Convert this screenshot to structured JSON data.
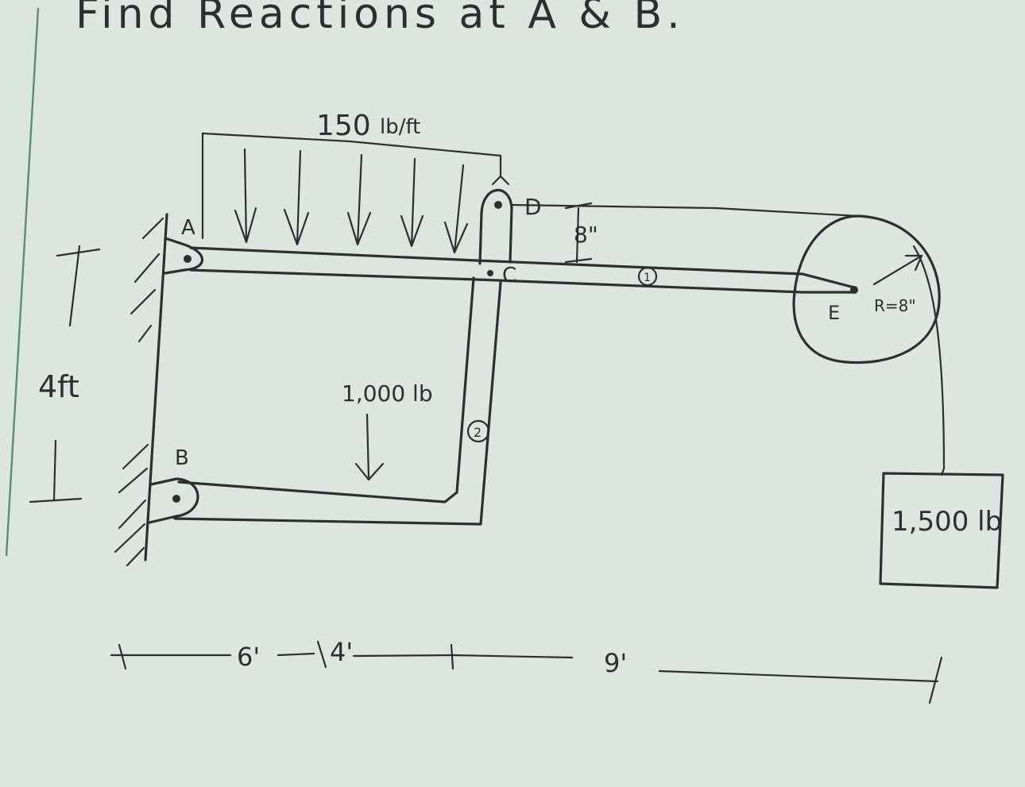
{
  "title": "Find Reactions at A & B.",
  "labels": {
    "point_a": "A",
    "point_b": "B",
    "point_c": "C",
    "point_d": "D",
    "point_e": "E",
    "member_1": "1",
    "member_2": "2"
  },
  "loads": {
    "distributed_value": "150",
    "distributed_unit": "lb/ft",
    "point_load": "1,000 lb",
    "hanging_weight": "1,500 lb"
  },
  "dimensions": {
    "height": "4ft",
    "offset": "8\"",
    "pulley_radius": "R=8\"",
    "span_1": "6'",
    "span_2": "4'",
    "span_3": "9'"
  },
  "colors": {
    "paper": "#dde5df",
    "ink": "#2b2f30"
  }
}
